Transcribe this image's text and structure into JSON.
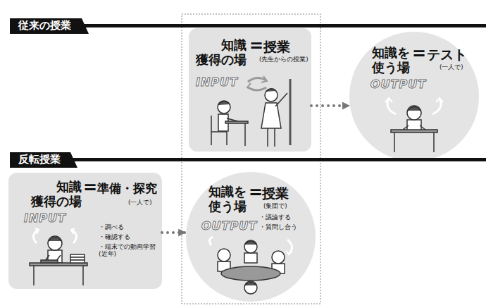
{
  "diagram": {
    "nodes": [
      {
        "text": [
          "従来の授業"
        ]
      },
      {
        "text": [
          "知識 獲得の場",
          "=",
          "授業",
          "(先生からの授業)",
          "INPUT"
        ]
      },
      {
        "text": [
          "知識を 使う場",
          "=",
          "テスト",
          "(一人で)",
          "OUTPUT"
        ]
      },
      {
        "text": [
          "反転授業"
        ]
      },
      {
        "text": [
          "知識 獲得の場",
          "=",
          "準備・探究",
          "(一人で)",
          "INPUT",
          "・調べる",
          "・確認する",
          "・端末での動画学習 (近年)"
        ]
      },
      {
        "text": [
          "知識を 使う場",
          "=",
          "授業",
          "(集団で)",
          "OUTPUT",
          "・議論する",
          "・質問し合う"
        ]
      }
    ],
    "edges": [
      {
        "from": 1,
        "to": 2,
        "arrow": "to"
      },
      {
        "from": 4,
        "to": 5,
        "arrow": "to"
      }
    ]
  }
}
